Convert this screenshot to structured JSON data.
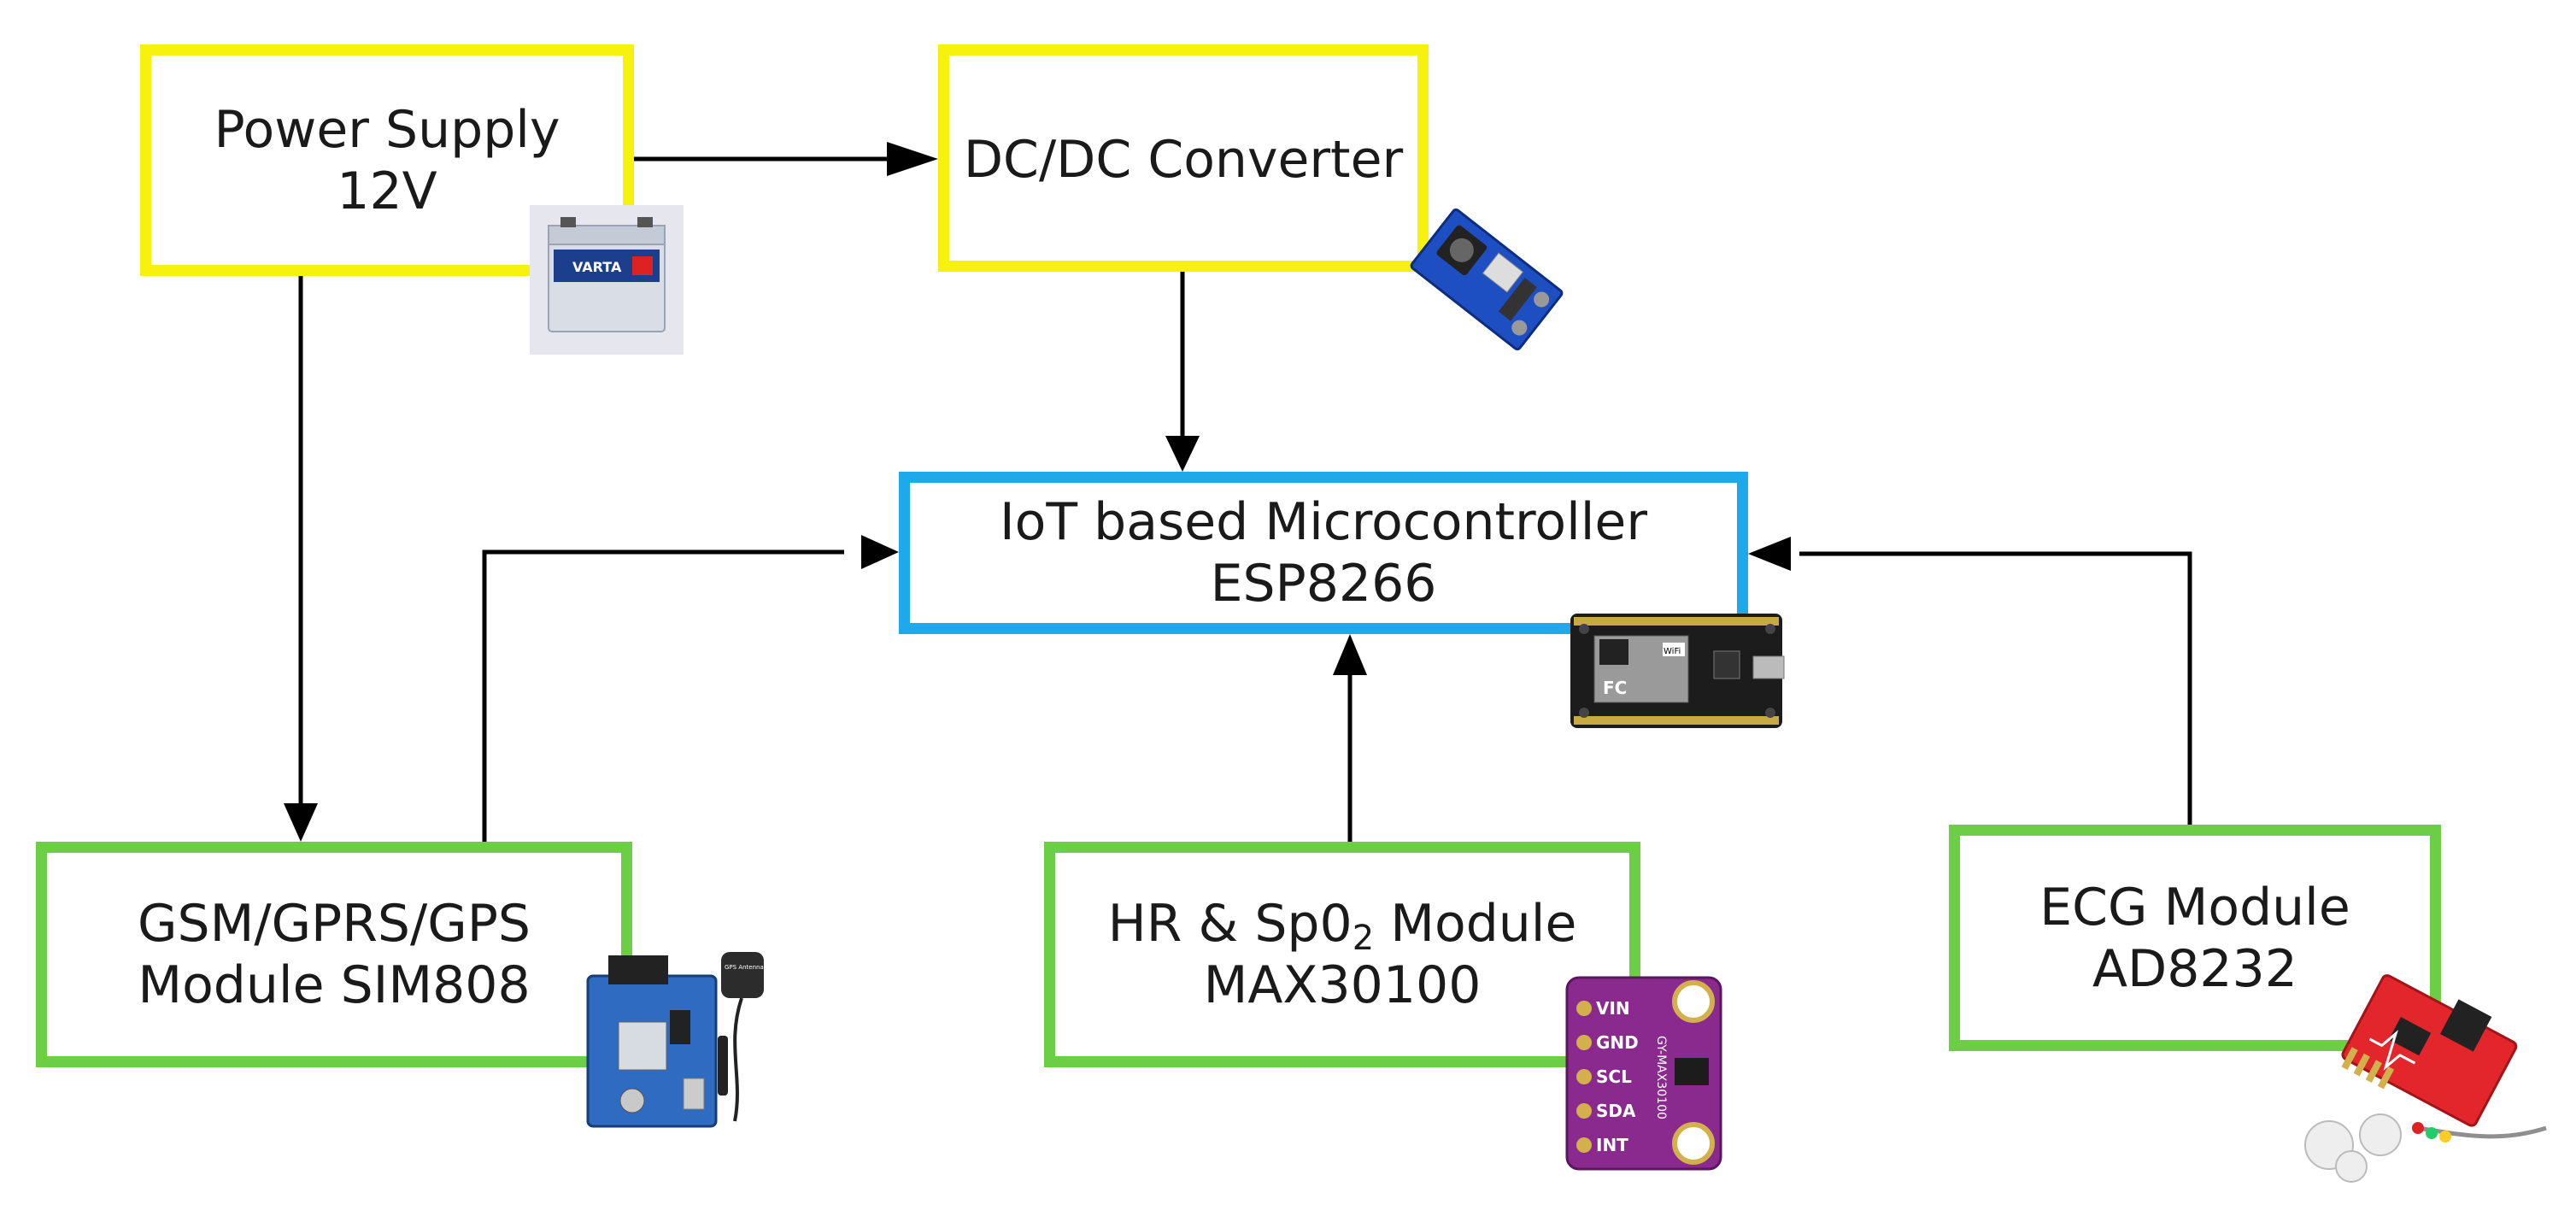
{
  "colors": {
    "power": "#f7f20d",
    "controller": "#1eaaea",
    "module": "#6cce45",
    "wire": "#000000"
  },
  "nodes": {
    "power_supply": {
      "line1": "Power Supply",
      "line2": "12V",
      "image": "car-battery"
    },
    "dc_converter": {
      "line1": "DC/DC Converter",
      "image": "buck-converter-board"
    },
    "microcontroller": {
      "line1": "IoT based Microcontroller",
      "line2": "ESP8266",
      "image": "esp8266-nodemcu-board"
    },
    "gsm_module": {
      "line1": "GSM/GPRS/GPS",
      "line2": "Module SIM808",
      "image": "sim808-board-with-antenna"
    },
    "hr_module": {
      "line1_prefix": "HR & Sp0",
      "line1_sub": "2",
      "line1_suffix": " Module",
      "line2": "MAX30100",
      "image": "max30100-sensor-board"
    },
    "ecg_module": {
      "line1": "ECG Module",
      "line2": "AD8232",
      "image": "ad8232-board-with-electrodes"
    }
  },
  "board_labels": {
    "battery_brand": "VARTA",
    "max_pins": [
      "VIN",
      "GND",
      "SCL",
      "SDA",
      "INT"
    ],
    "max_chip": "GY-MAX30100",
    "esp_wifi": "WiFi",
    "esp_fc": "FC",
    "gps_tag": "GPS Antenna"
  },
  "edges": [
    {
      "from": "power_supply",
      "to": "dc_converter"
    },
    {
      "from": "power_supply",
      "to": "gsm_module"
    },
    {
      "from": "dc_converter",
      "to": "microcontroller"
    },
    {
      "from": "gsm_module",
      "to": "microcontroller"
    },
    {
      "from": "hr_module",
      "to": "microcontroller"
    },
    {
      "from": "ecg_module",
      "to": "microcontroller"
    }
  ]
}
